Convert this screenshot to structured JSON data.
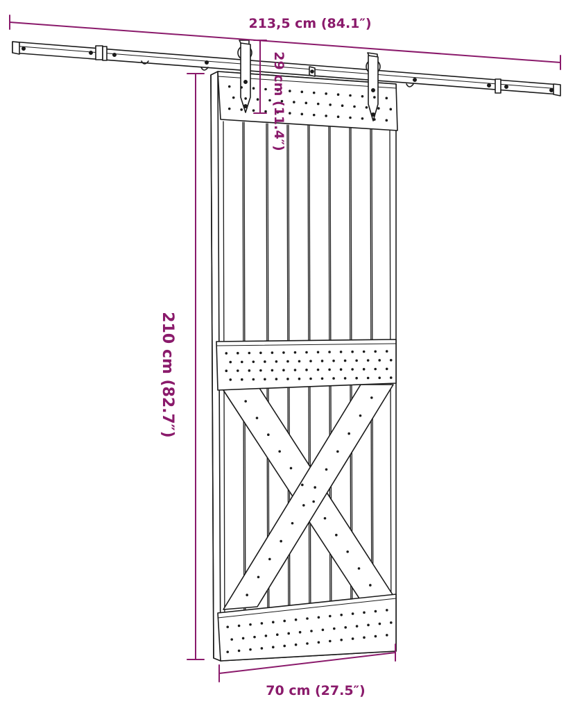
{
  "dimensions": {
    "rail_length": "213,5 cm (84.1″)",
    "hanger_height": "29 cm (11.4″)",
    "door_height": "210 cm (82.7″)",
    "door_width": "70 cm (27.5″)"
  },
  "colors": {
    "dimension": "#8a1a6b",
    "line": "#1a1a1a",
    "background": "#ffffff"
  }
}
